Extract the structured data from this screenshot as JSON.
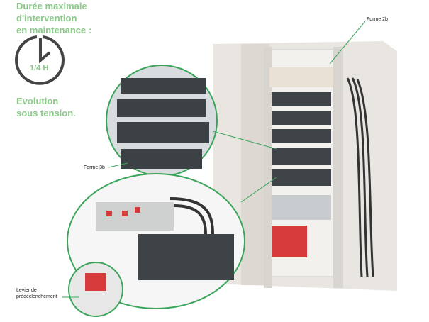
{
  "maintenance": {
    "title_lines": [
      "Durée maximale",
      "d'intervention",
      "en maintenance :"
    ],
    "duration": "1/4 H"
  },
  "evolution": {
    "lines": [
      "Evolution",
      "sous tension."
    ]
  },
  "labels": {
    "forme_2b": "Forme 2b",
    "forme_3b": "Forme 3b",
    "lever_lines": [
      "Levier de",
      "prédéclenchement"
    ]
  },
  "colors": {
    "accent": "#8cc98a",
    "line": "#3aa55a"
  }
}
